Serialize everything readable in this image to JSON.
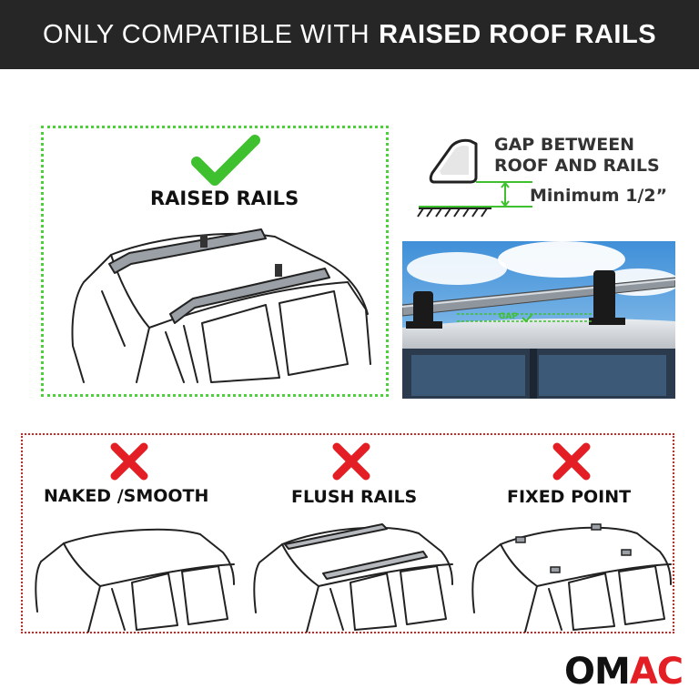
{
  "banner": {
    "prefix": "ONLY COMPATIBLE WITH",
    "emphasis": "RAISED ROOF RAILS"
  },
  "compatible": {
    "label": "RAISED RAILS",
    "icon": "checkmark-icon",
    "border_color": "#4cd13b"
  },
  "gap_info": {
    "title_line1": "GAP BETWEEN",
    "title_line2": "ROOF AND RAILS",
    "minimum": "Minimum 1/2”"
  },
  "photo": {
    "gap_tag": "GAP"
  },
  "incompatible": {
    "border_color": "#d32424",
    "icon": "cross-icon",
    "types": [
      {
        "label": "NAKED /SMOOTH"
      },
      {
        "label": "FLUSH RAILS"
      },
      {
        "label": "FIXED POINT"
      }
    ]
  },
  "brand": {
    "part1": "OM",
    "part2": "AC",
    "colors": {
      "dark": "#111111",
      "accent": "#e31e24"
    }
  }
}
